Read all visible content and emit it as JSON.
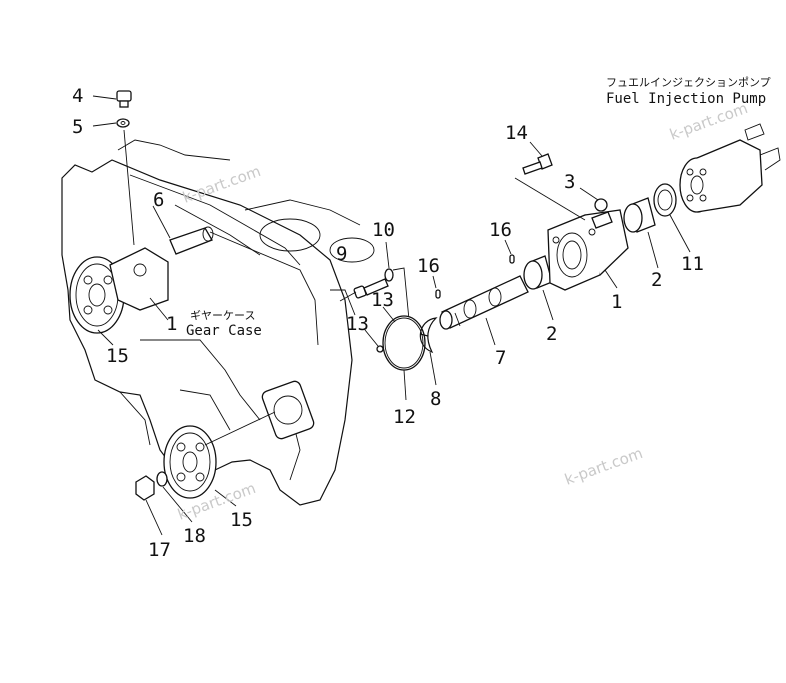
{
  "titles": {
    "fuel_injection_pump_jp": "フュエルインジェクションポンプ",
    "fuel_injection_pump_en": "Fuel  Injection  Pump",
    "gear_case_jp": "ギヤーケース",
    "gear_case_en": "Gear  Case"
  },
  "watermark": "k-part.com",
  "callouts": {
    "n1a": "1",
    "n1b": "1",
    "n2a": "2",
    "n2b": "2",
    "n3": "3",
    "n4": "4",
    "n5": "5",
    "n6": "6",
    "n7": "7",
    "n8": "8",
    "n9": "9",
    "n10": "10",
    "n11": "11",
    "n12": "12",
    "n13a": "13",
    "n13b": "13",
    "n14": "14",
    "n15a": "15",
    "n15b": "15",
    "n16a": "16",
    "n16b": "16",
    "n17": "17",
    "n18": "18"
  }
}
